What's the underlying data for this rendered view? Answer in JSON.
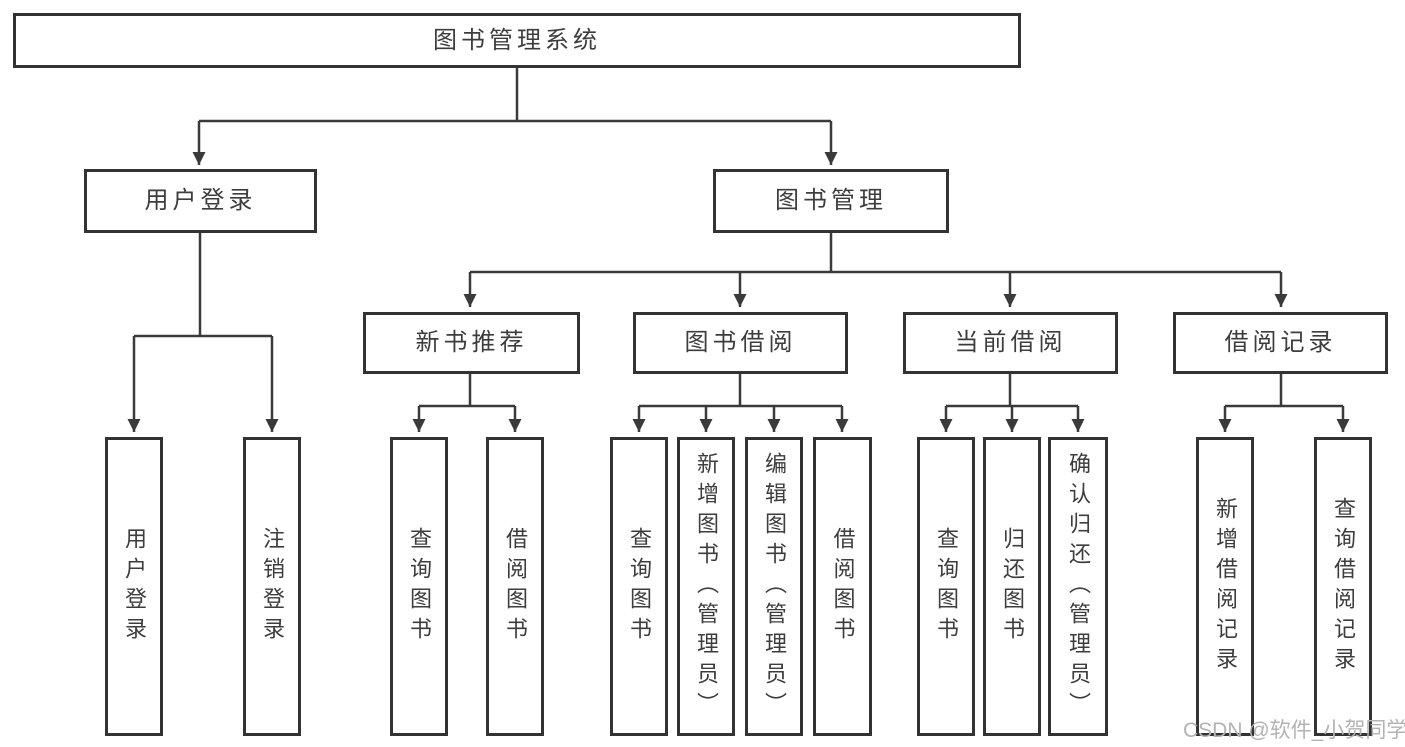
{
  "diagram": {
    "root": "图书管理系统",
    "level2": [
      "用户登录",
      "图书管理"
    ],
    "level3": [
      "新书推荐",
      "图书借阅",
      "当前借阅",
      "借阅记录"
    ],
    "leaves": {
      "login": [
        "用户登录",
        "注销登录"
      ],
      "recommend": [
        "查询图书",
        "借阅图书"
      ],
      "borrow": [
        "查询图书",
        "新增图书（管理员）",
        "编辑图书（管理员）",
        "借阅图书"
      ],
      "current": [
        "查询图书",
        "归还图书",
        "确认归还（管理员）"
      ],
      "records": [
        "新增借阅记录",
        "查询借阅记录"
      ]
    }
  },
  "watermark": "CSDN @软件_小贺同学",
  "colors": {
    "line": "#3a3a3a",
    "box_border": "#333333",
    "box_fill": "#ffffff",
    "text": "#3d3d3d",
    "watermark": "#b3b3b3",
    "background": "#ffffff"
  }
}
